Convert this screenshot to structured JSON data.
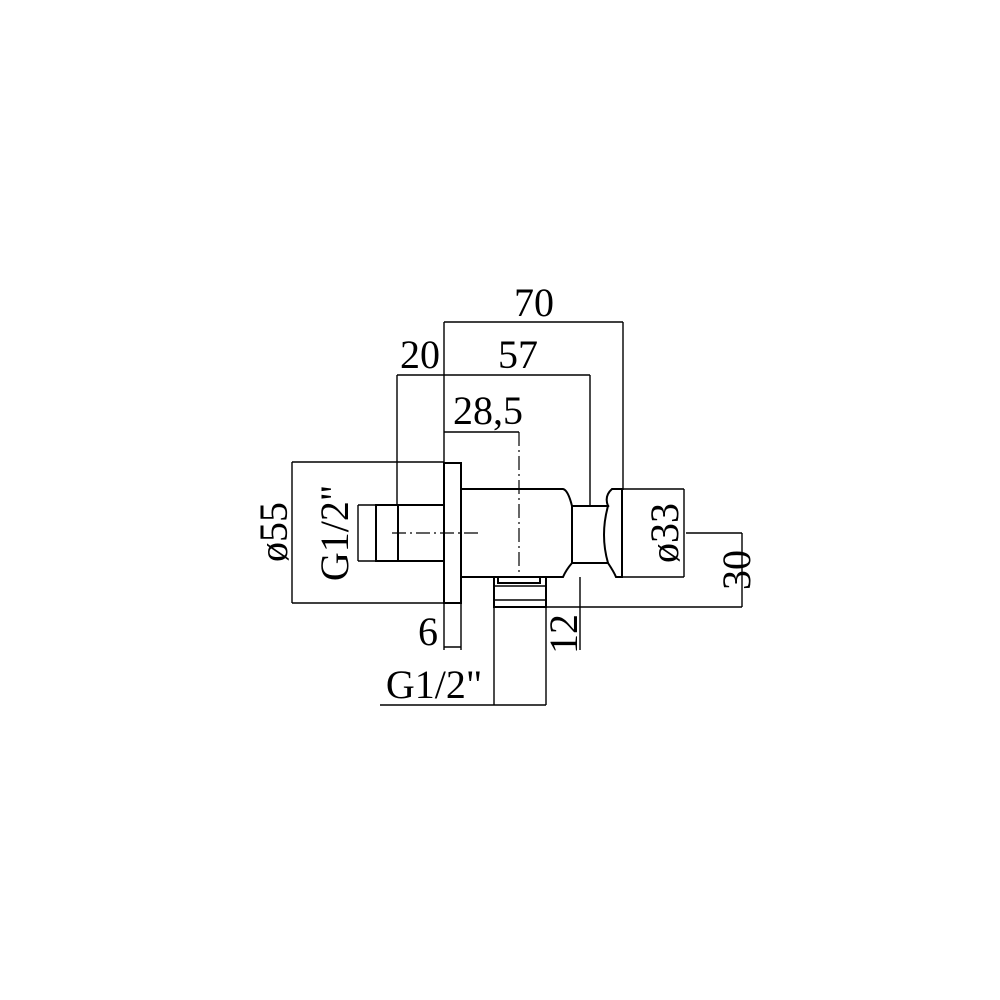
{
  "dimensions": {
    "overall_length": "70",
    "flange_offset": "20",
    "holder_position": "57",
    "outlet_position": "28,5",
    "flange_diameter": "ø55",
    "body_diameter": "ø33",
    "outlet_height": "30",
    "flange_thickness": "6",
    "outlet_thread_length": "12",
    "inlet_thread": "G1/2\"",
    "outlet_thread": "G1/2\""
  }
}
